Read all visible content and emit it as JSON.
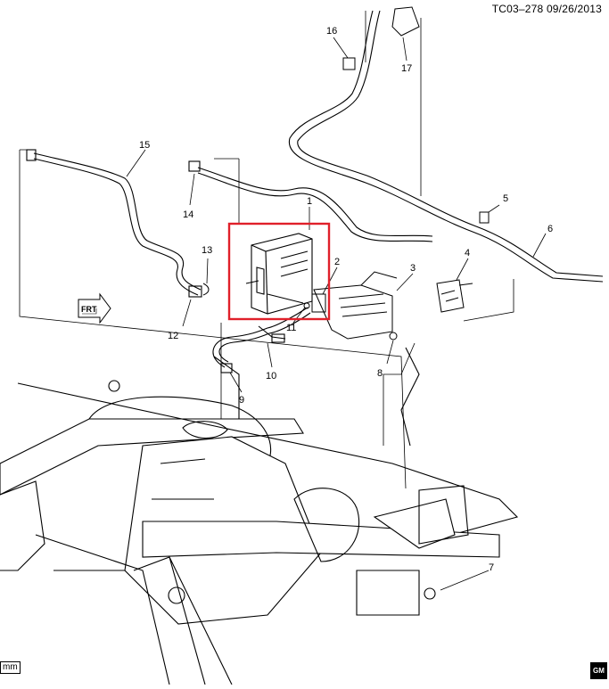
{
  "header": {
    "code": "TC03–278 09/26/2013"
  },
  "callouts": [
    "1",
    "2",
    "3",
    "4",
    "5",
    "6",
    "7",
    "8",
    "9",
    "10",
    "11",
    "12",
    "13",
    "14",
    "15",
    "16",
    "17"
  ],
  "footer": {
    "unit": "mm",
    "logo": "GM"
  },
  "frt_label": "FRT",
  "colors": {
    "line": "#000000",
    "highlight": "#e0202a",
    "fill": "#ffffff",
    "shade": "#d8d8d8"
  }
}
